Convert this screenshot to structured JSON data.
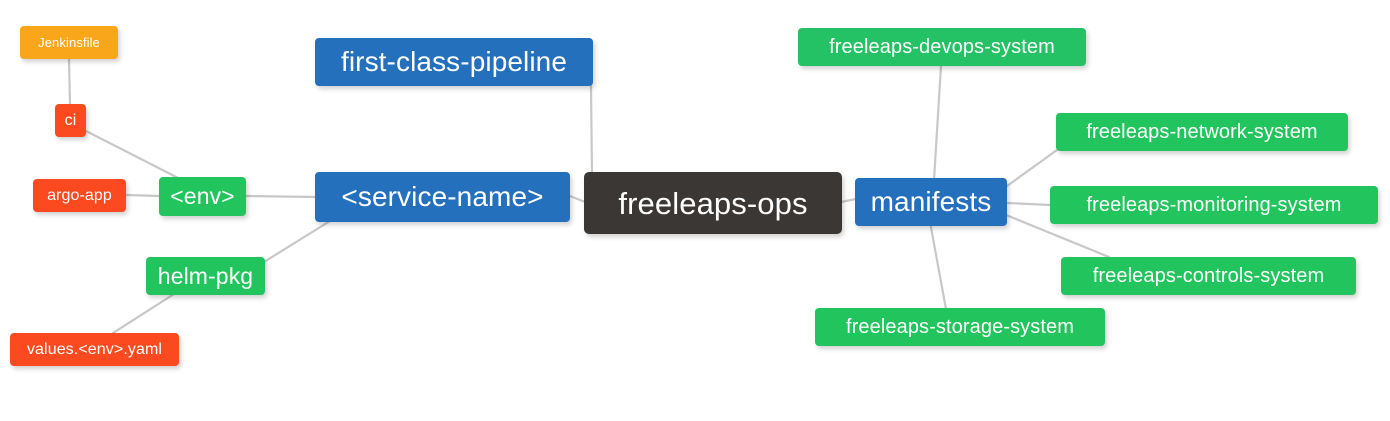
{
  "diagram": {
    "type": "mindmap",
    "title": "freeleaps-ops",
    "background": "#ffffff",
    "edge_color": "#c8c8c8",
    "palette": {
      "root": "#3b3734",
      "blue": "#2470bd",
      "green": "#22c55d",
      "green_alt": "#24c264",
      "orange": "#faa61a",
      "red": "#fb4a20",
      "text": "#ffffff"
    }
  },
  "nodes": [
    {
      "id": "root",
      "label": "freeleaps-ops",
      "color": "root",
      "size": "xl"
    },
    {
      "id": "service",
      "label": "<service-name>",
      "color": "blue",
      "size": "lg"
    },
    {
      "id": "pipeline",
      "label": "first-class-pipeline",
      "color": "blue",
      "size": "lg"
    },
    {
      "id": "manifests",
      "label": "manifests",
      "color": "blue",
      "size": "lg"
    },
    {
      "id": "env",
      "label": "<env>",
      "color": "green",
      "size": "md"
    },
    {
      "id": "helm",
      "label": "helm-pkg",
      "color": "green",
      "size": "md"
    },
    {
      "id": "devops",
      "label": "freeleaps-devops-system",
      "color": "green_alt",
      "size": "sm"
    },
    {
      "id": "network",
      "label": "freeleaps-network-system",
      "color": "green",
      "size": "sm"
    },
    {
      "id": "monitoring",
      "label": "freeleaps-monitoring-system",
      "color": "green",
      "size": "sm"
    },
    {
      "id": "controls",
      "label": "freeleaps-controls-system",
      "color": "green",
      "size": "sm"
    },
    {
      "id": "storage",
      "label": "freeleaps-storage-system",
      "color": "green",
      "size": "sm"
    },
    {
      "id": "jenkins",
      "label": "Jenkinsfile",
      "color": "orange",
      "size": "xxs"
    },
    {
      "id": "ci",
      "label": "ci",
      "color": "red",
      "size": "xs"
    },
    {
      "id": "argo",
      "label": "argo-app",
      "color": "red",
      "size": "xs"
    },
    {
      "id": "values",
      "label": "values.<env>.yaml",
      "color": "red",
      "size": "xs"
    }
  ],
  "edges": [
    {
      "from": "root",
      "to": "service"
    },
    {
      "from": "root",
      "to": "pipeline"
    },
    {
      "from": "root",
      "to": "manifests"
    },
    {
      "from": "service",
      "to": "env"
    },
    {
      "from": "service",
      "to": "helm"
    },
    {
      "from": "env",
      "to": "ci"
    },
    {
      "from": "env",
      "to": "argo"
    },
    {
      "from": "ci",
      "to": "jenkins"
    },
    {
      "from": "helm",
      "to": "values"
    },
    {
      "from": "manifests",
      "to": "devops"
    },
    {
      "from": "manifests",
      "to": "network"
    },
    {
      "from": "manifests",
      "to": "monitoring"
    },
    {
      "from": "manifests",
      "to": "controls"
    },
    {
      "from": "manifests",
      "to": "storage"
    }
  ]
}
